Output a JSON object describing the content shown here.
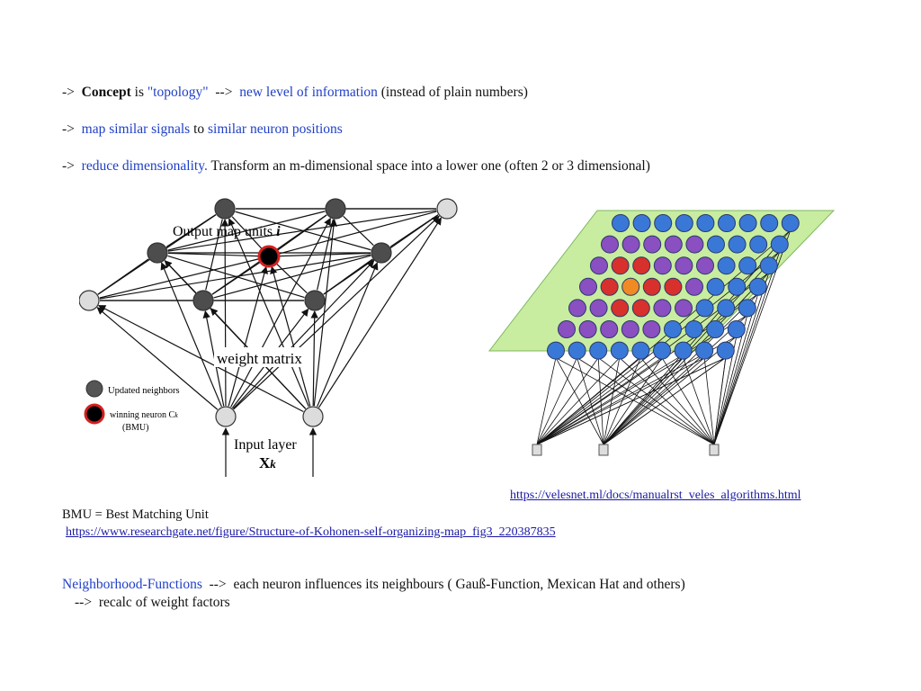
{
  "bullets": [
    {
      "arrow": "->",
      "concept_word": "Concept",
      "is_word": " is ",
      "topology": "\"topology\"",
      "arrow2": "  -->  ",
      "new_level": "new level of information",
      "tail": " (instead of plain numbers)"
    },
    {
      "arrow": "->",
      "map_similar": "map similar signals",
      "to_word": " to ",
      "neuron_positions": "similar neuron positions"
    },
    {
      "arrow": "->",
      "reduce": "reduce dimensionality.",
      "tail": " Transform an m-dimensional space into a lower one (often 2 or 3 dimensional)"
    }
  ],
  "figure_left": {
    "output_label": "Output map units",
    "output_index": "i",
    "weight_label": "weight matrix",
    "input_label": "Input layer",
    "input_var": "X",
    "input_sub": "k",
    "legend_updated": "Updated neighbors",
    "legend_winning": "winning neuron C",
    "legend_winning_sub": "k",
    "legend_bmu": "(BMU)"
  },
  "links": {
    "velesnet": "https://velesnet.ml/docs/manualrst_veles_algorithms.html",
    "researchgate": "https://www.researchgate.net/figure/Structure-of-Kohonen-self-organizing-map_fig3_220387835"
  },
  "bmu_definition": "BMU = Best Matching Unit",
  "neighborhood": {
    "label": "Neighborhood-Functions",
    "arrow": "  -->  ",
    "text": "each neuron influences its neighbours ( Gauß-Function, Mexican Hat and others)",
    "sub_arrow": "-->",
    "sub_text": "  recalc of weight factors"
  },
  "colors": {
    "blue_text": "#1f3fc8",
    "link": "#1a1aa6",
    "node_blue": "#3a78d8",
    "node_purple": "#8a4fc0",
    "node_red": "#d8302c",
    "node_orange": "#f08a24",
    "plane_green": "#c8eda0"
  }
}
